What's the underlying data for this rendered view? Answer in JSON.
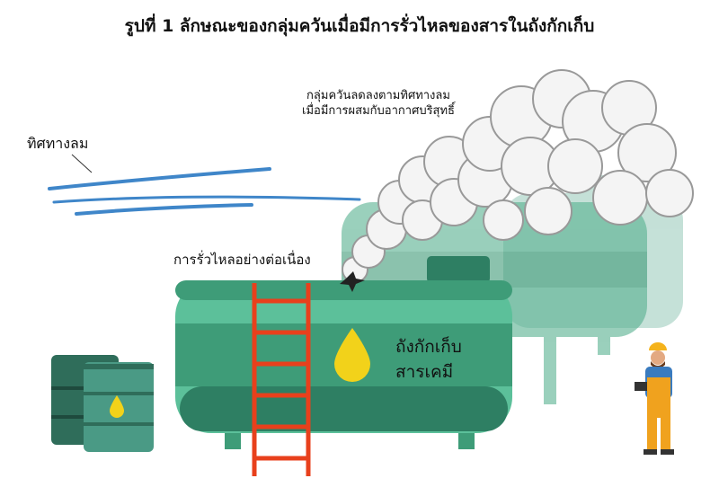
{
  "title": "รูปที่ 1 ลักษณะของกลุ่มควันเมื่อมีการรั่วไหลของสารในถังกักเก็บ",
  "labels": {
    "wind_direction": "ทิศทางลม",
    "smoke_line1": "กลุ่มควันลดลงตามทิศทางลม",
    "smoke_line2": "เมื่อมีการผสมกับอากาศบริสุทธิ์",
    "continuous_leak": "การรั่วไหลอย่างต่อเนื่อง",
    "tank_line1": "ถังกักเก็บ",
    "tank_line2": "สารเคมี"
  },
  "colors": {
    "tank_green": "#3e9c78",
    "tank_light": "#5cc09a",
    "ladder": "#e8401c",
    "drop": "#f2d21a",
    "wind": "#3f86c9",
    "barrel": "#2f6d5a"
  }
}
